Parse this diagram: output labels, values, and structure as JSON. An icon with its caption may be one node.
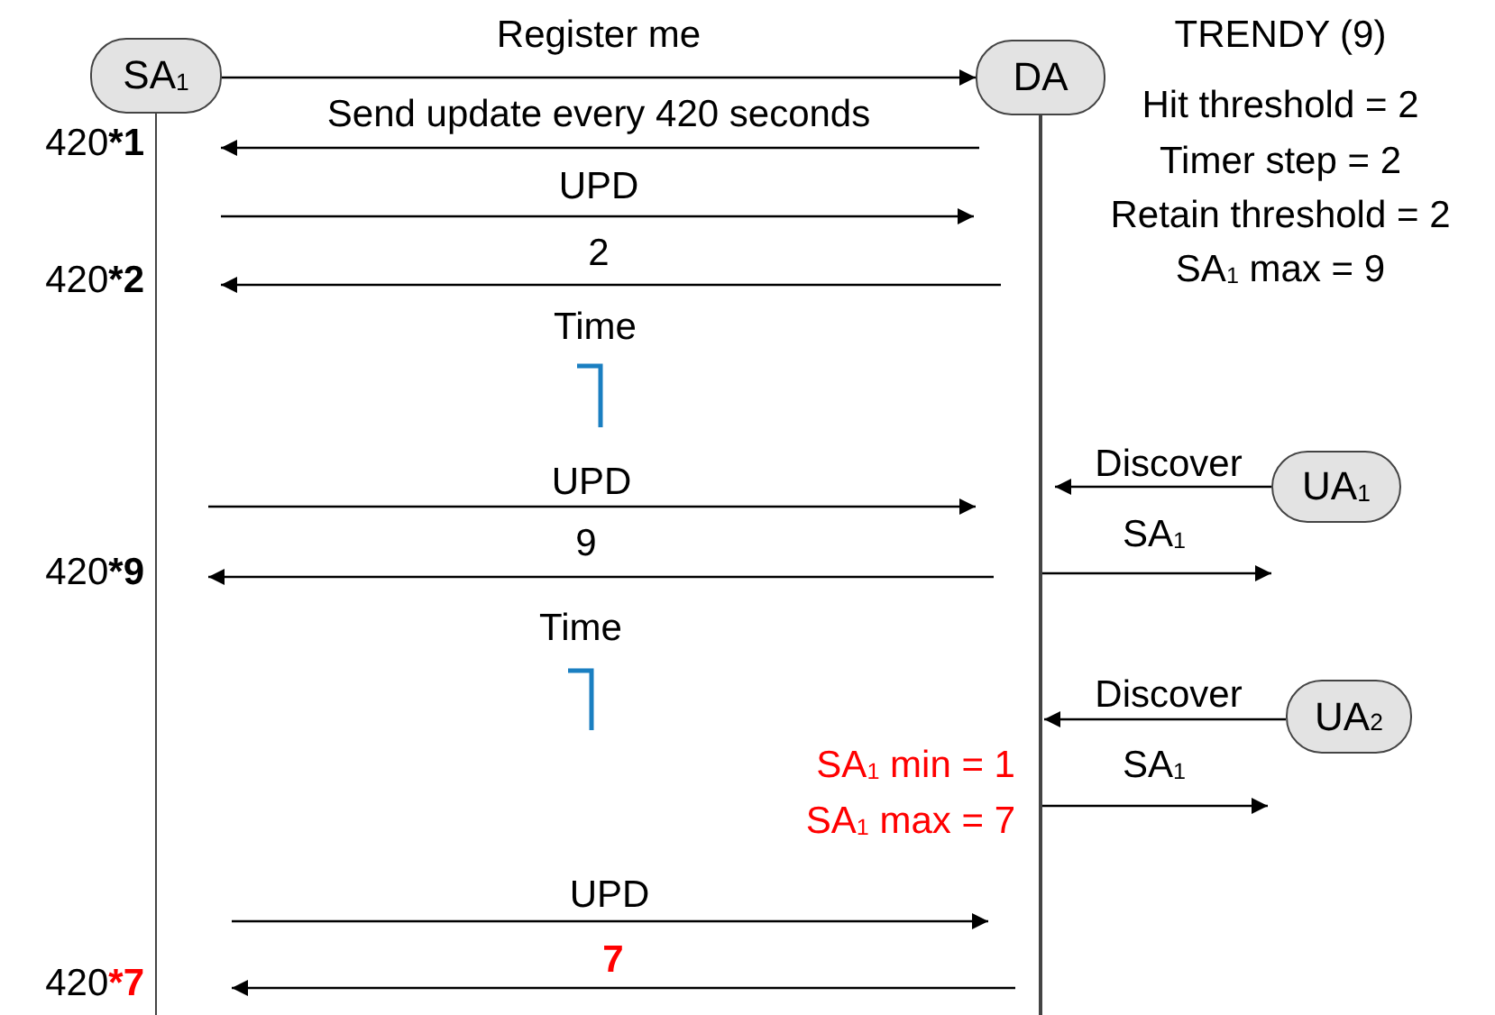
{
  "diagram": {
    "nodes": [
      {
        "text": [
          "SA$_{1}$"
        ]
      },
      {
        "text": [
          "DA"
        ]
      },
      {
        "text": [
          "UA$_{1}$"
        ]
      },
      {
        "text": [
          "UA$_{2}$"
        ]
      }
    ],
    "edges": [
      {
        "from": 0,
        "to": 1,
        "arrow": "to",
        "label": "Register me"
      },
      {
        "from": 1,
        "to": 0,
        "arrow": "to",
        "label": "Send update every 420 seconds"
      },
      {
        "from": 0,
        "to": 1,
        "arrow": "to",
        "label": "UPD"
      },
      {
        "from": 1,
        "to": 0,
        "arrow": "to",
        "label": "2"
      },
      {
        "from": 2,
        "to": 1,
        "arrow": "to",
        "label": "Discover"
      },
      {
        "from": 0,
        "to": 1,
        "arrow": "to",
        "label": "UPD"
      },
      {
        "from": 1,
        "to": 0,
        "arrow": "to",
        "label": "9"
      },
      {
        "from": 1,
        "to": null,
        "arrow": "to",
        "label": "SA$_{1}$"
      },
      {
        "from": 3,
        "to": 1,
        "arrow": "to",
        "label": "Discover"
      },
      {
        "from": 1,
        "to": null,
        "arrow": "to",
        "label": "SA$_{1}$"
      },
      {
        "from": 0,
        "to": 1,
        "arrow": "to",
        "label": "UPD"
      },
      {
        "from": 1,
        "to": 0,
        "arrow": "to",
        "label": "7"
      }
    ],
    "labels": [
      "TRENDY (9)",
      "Hit threshold = 2",
      "420***1**",
      "Timer step = 2",
      "Retain threshold = 2",
      "420***2**",
      "SA$_{1}$ max = 9",
      "Time",
      "420***9**",
      "Time",
      "SA$_{1}$ min = 1",
      "SA$_{1}$ max = 7",
      "420***7**"
    ]
  }
}
